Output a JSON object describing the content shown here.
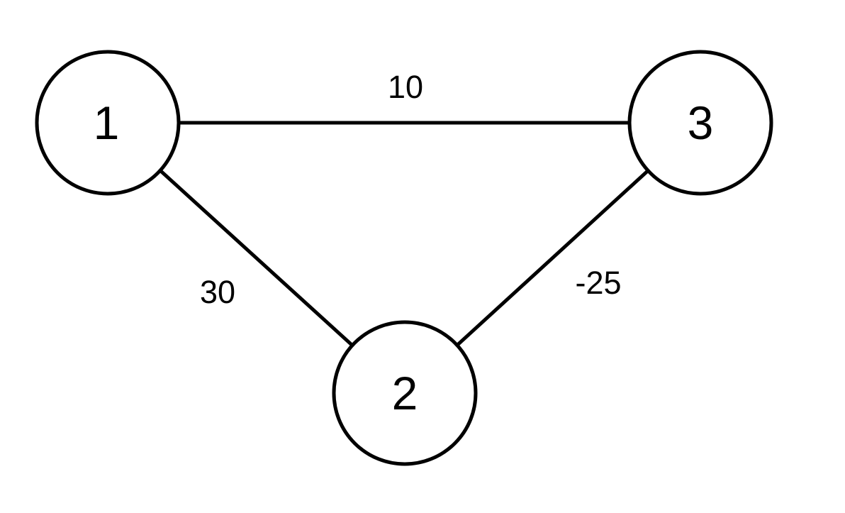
{
  "diagram": {
    "title": "weighted-graph",
    "colors": {
      "background": "#ffffff",
      "node_fill": "#ffffff",
      "node_stroke": "#000000",
      "edge_default": "#000000",
      "edge_highlight": "#ff0000"
    },
    "nodes": [
      {
        "id": "1",
        "label": "1"
      },
      {
        "id": "2",
        "label": "2"
      },
      {
        "id": "3",
        "label": "3"
      }
    ],
    "edges": [
      {
        "from": "1",
        "to": "3",
        "weight": "10",
        "highlighted": true
      },
      {
        "from": "1",
        "to": "2",
        "weight": "30",
        "highlighted": false
      },
      {
        "from": "2",
        "to": "3",
        "weight": "-25",
        "highlighted": false
      }
    ]
  }
}
